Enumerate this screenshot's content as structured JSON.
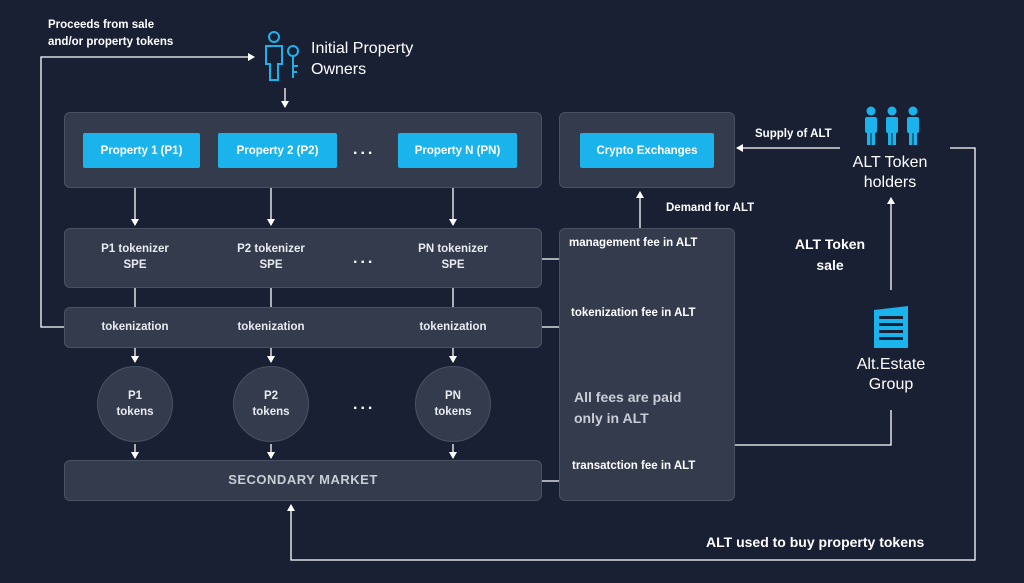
{
  "proceeds_label": [
    "Proceeds from sale",
    "and/or property tokens"
  ],
  "initial_owners": [
    "Initial Property",
    "Owners"
  ],
  "properties": [
    "Property 1 (P1)",
    "Property 2 (P2)",
    "Property N (PN)"
  ],
  "dots": "...",
  "crypto_exchanges": "Crypto Exchanges",
  "supply_alt": "Supply of ALT",
  "alt_holders": [
    "ALT Token",
    "holders"
  ],
  "demand_alt": "Demand for ALT",
  "alt_token_sale": [
    "ALT Token",
    "sale"
  ],
  "tokenizers": [
    [
      "P1 tokenizer",
      "SPE"
    ],
    [
      "P2 tokenizer",
      "SPE"
    ],
    [
      "PN tokenizer",
      "SPE"
    ]
  ],
  "tokenization": "tokenization",
  "tokens": [
    [
      "P1",
      "tokens"
    ],
    [
      "P2",
      "tokens"
    ],
    [
      "PN",
      "tokens"
    ]
  ],
  "secondary_market": "SECONDARY MARKET",
  "fees": {
    "management": "management fee in ALT",
    "tokenization": "tokenization fee in ALT",
    "all_fees": [
      "All fees are paid",
      "only in ALT"
    ],
    "transaction": "transatction fee in ALT"
  },
  "alt_group": [
    "Alt.Estate",
    "Group"
  ],
  "alt_used": "ALT used to buy property tokens",
  "colors": {
    "background": "#1a2033",
    "panel": "#343b4d",
    "accent": "#1ab3ec"
  }
}
